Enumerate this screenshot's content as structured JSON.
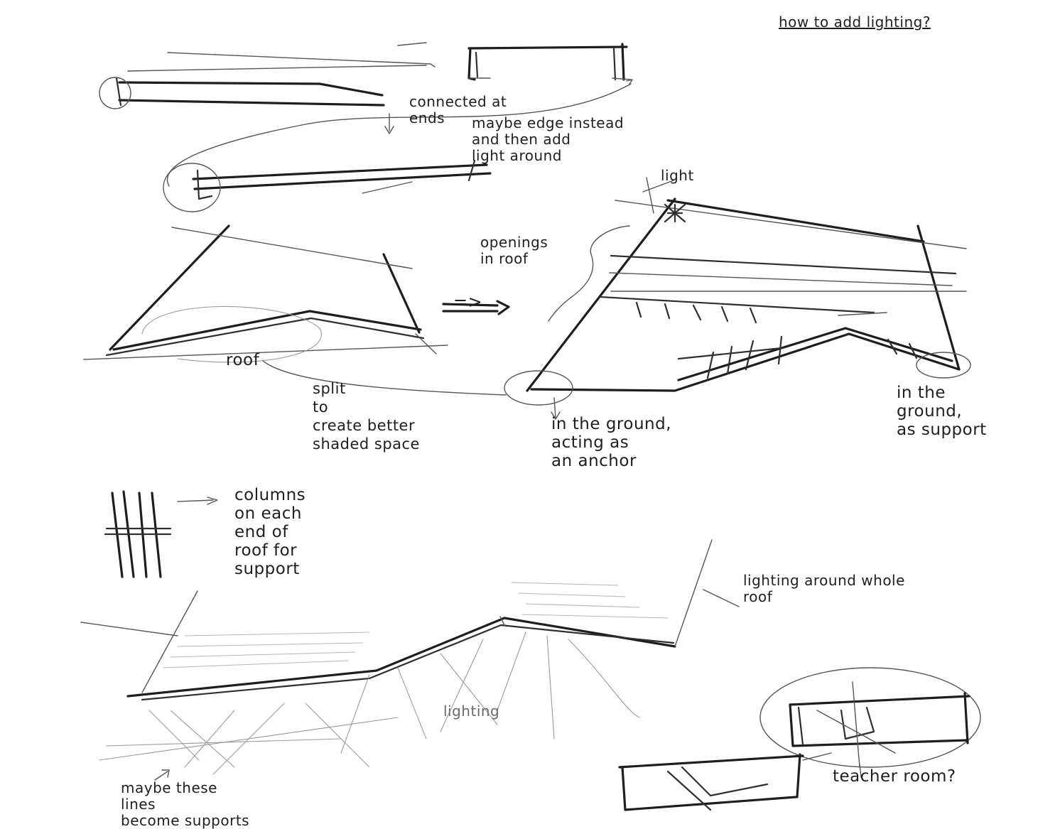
{
  "notes": {
    "lighting_question": "how to add lighting?",
    "connected_at_ends": "connected at\nends",
    "maybe_edge": "maybe edge instead\nand then add\nlight around",
    "light": "light",
    "openings_in_roof": "openings\nin roof",
    "roof": "roof",
    "split": "split\nto\ncreate better\nshaded space",
    "ground_anchor": "in the ground,\nacting as\nan anchor",
    "ground_support": "in the\nground,\nas support",
    "columns": "columns\non each\nend of\nroof for\nsupport",
    "lighting_around_roof": "lighting around whole\nroof",
    "lighting": "lighting",
    "maybe_these": "maybe these\nlines\nbecome supports",
    "teacher_room": "teacher room?"
  },
  "arrow_symbol": "=>",
  "colors": {
    "paper": "#ffffff",
    "ink": "#1e1e1e",
    "pencil": "#9a9a9a"
  }
}
